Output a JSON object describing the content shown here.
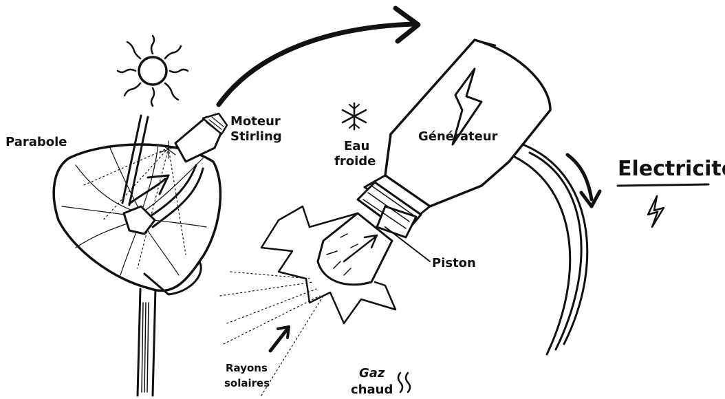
{
  "labels": {
    "parabole": "Parabole",
    "moteur_line1": "Moteur",
    "moteur_line2": "Stirling",
    "generateur": "Générateur",
    "eau_line1": "Eau",
    "eau_line2": "froide",
    "piston": "Piston",
    "rayons_line1": "Rayons",
    "rayons_line2": "solaires",
    "gaz_line1": "Gaz",
    "gaz_line2": "chaud",
    "electricite": "Electricité"
  },
  "icons": [
    "sun-icon",
    "snowflake-icon",
    "lightning-icon",
    "heat-waves-icon"
  ],
  "colors": {
    "ink": "#111111",
    "background": "#ffffff"
  }
}
